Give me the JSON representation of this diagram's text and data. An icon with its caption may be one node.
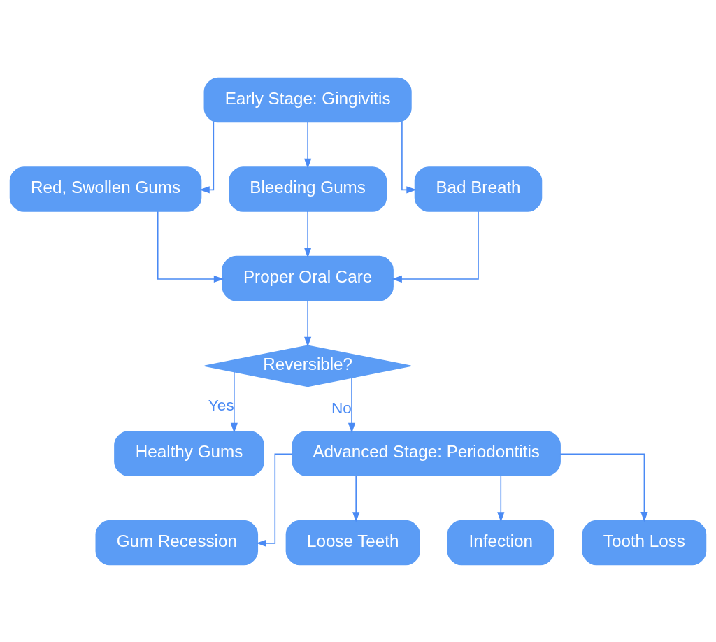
{
  "diagram": {
    "nodes": [
      {
        "text": [
          "Early Stage: Gingivitis"
        ]
      },
      {
        "text": [
          "Red, Swollen Gums"
        ]
      },
      {
        "text": [
          "Bleeding Gums"
        ]
      },
      {
        "text": [
          "Bad Breath"
        ]
      },
      {
        "text": [
          "Proper Oral Care"
        ]
      },
      {
        "text": [
          "Reversible?"
        ]
      },
      {
        "text": [
          "Healthy Gums"
        ]
      },
      {
        "text": [
          "Advanced Stage: Periodontitis"
        ]
      },
      {
        "text": [
          "Gum Recession"
        ]
      },
      {
        "text": [
          "Loose Teeth"
        ]
      },
      {
        "text": [
          "Infection"
        ]
      },
      {
        "text": [
          "Tooth Loss"
        ]
      }
    ],
    "edges": [
      {
        "from": 0,
        "to": 1,
        "arrow": "to"
      },
      {
        "from": 0,
        "to": 2,
        "arrow": "to"
      },
      {
        "from": 0,
        "to": 3,
        "arrow": "to"
      },
      {
        "from": 1,
        "to": 4,
        "arrow": "to"
      },
      {
        "from": 2,
        "to": 4,
        "arrow": "to"
      },
      {
        "from": 3,
        "to": 4,
        "arrow": "to"
      },
      {
        "from": 4,
        "to": 5,
        "arrow": "to"
      },
      {
        "from": 5,
        "to": 6,
        "label": "Yes",
        "arrow": "to"
      },
      {
        "from": 5,
        "to": 7,
        "label": "No",
        "arrow": "to"
      },
      {
        "from": 7,
        "to": 8,
        "arrow": "to"
      },
      {
        "from": 7,
        "to": 9,
        "arrow": "to"
      },
      {
        "from": 7,
        "to": 10,
        "arrow": "to"
      },
      {
        "from": 7,
        "to": 11,
        "arrow": "to"
      }
    ]
  }
}
